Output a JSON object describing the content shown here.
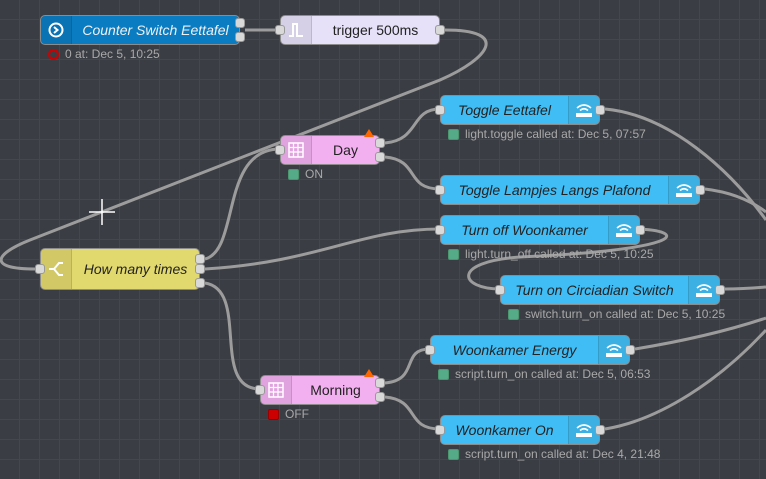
{
  "nodes": {
    "counter": {
      "label": "Counter Switch Eettafel",
      "status": "0 at: Dec 5, 10:25",
      "icon": "arrow-right-circle-icon"
    },
    "trigger": {
      "label": "trigger 500ms",
      "icon": "trigger-pulse-icon"
    },
    "day": {
      "label": "Day",
      "status": "ON",
      "icon": "calendar-grid-icon"
    },
    "morning": {
      "label": "Morning",
      "status": "OFF",
      "icon": "calendar-grid-icon"
    },
    "switch": {
      "label": "How many times",
      "icon": "switch-split-icon"
    },
    "toggle_eettafel": {
      "label": "Toggle Eettafel",
      "status": "light.toggle called at: Dec 5, 07:57",
      "icon": "home-assistant-wifi-icon"
    },
    "toggle_lampjes": {
      "label": "Toggle Lampjes Langs Plafond",
      "icon": "home-assistant-wifi-icon"
    },
    "turn_off_woonkamer": {
      "label": "Turn off Woonkamer",
      "status": "light.turn_off called at: Dec 5, 10:25",
      "icon": "home-assistant-wifi-icon"
    },
    "circadian": {
      "label": "Turn on Circiadian Switch",
      "status": "switch.turn_on called at: Dec 5, 10:25",
      "icon": "home-assistant-wifi-icon"
    },
    "woonkamer_energy": {
      "label": "Woonkamer Energy",
      "status": "script.turn_on called at: Dec 5, 06:53",
      "icon": "home-assistant-wifi-icon"
    },
    "woonkamer_on": {
      "label": "Woonkamer On",
      "status": "script.turn_on called at: Dec 4, 21:48",
      "icon": "home-assistant-wifi-icon"
    }
  },
  "colors": {
    "ha_service": "#41bdf5",
    "ha_trigger": "#0a7cc2",
    "trigger": "#e6e0f8",
    "time_range": "#f3b0f0",
    "switch": "#e2d96e",
    "wire": "#9c9c9c",
    "canvas": "#3a3d43"
  }
}
